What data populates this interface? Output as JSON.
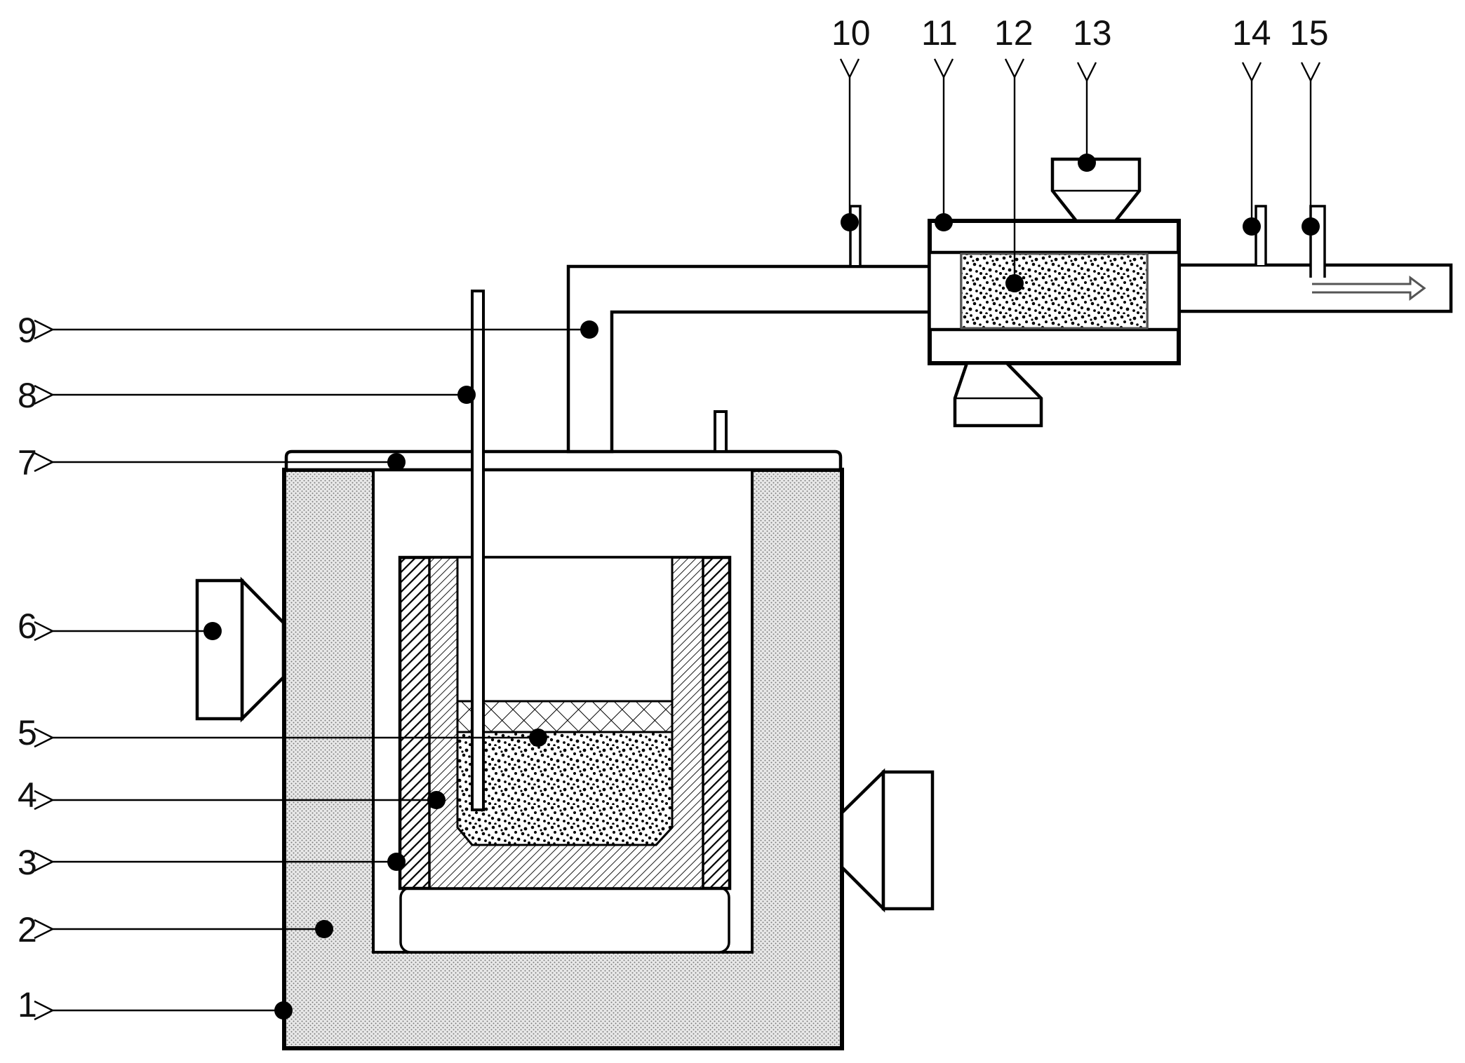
{
  "labels_left": [
    "9",
    "8",
    "7",
    "6",
    "5",
    "4",
    "3",
    "2",
    "1"
  ],
  "labels_top": [
    "10",
    "11",
    "12",
    "13",
    "14",
    "15"
  ],
  "colors": {
    "line": "#000000",
    "background": "#ffffff",
    "insulation_dots": "#8a8a8a"
  }
}
